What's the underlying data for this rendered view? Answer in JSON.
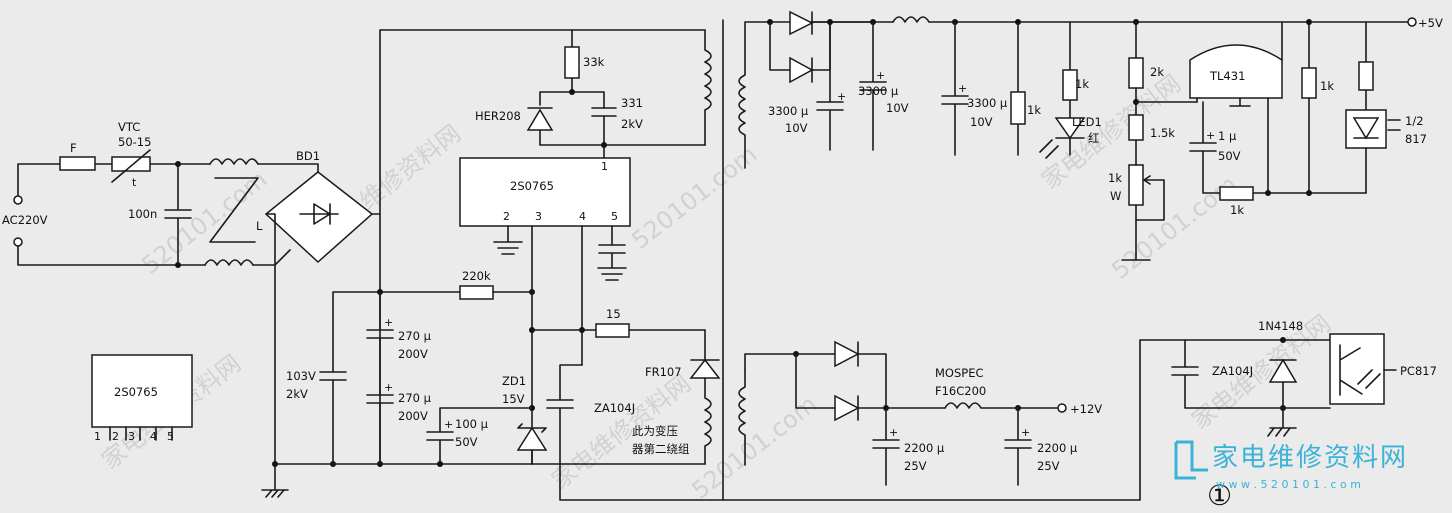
{
  "labels": {
    "fuse": "F",
    "varistor": "VTC",
    "varistor_value": "50-15",
    "varistor_t": "t",
    "ac_input": "AC220V",
    "cap_100n": "100n",
    "choke": "L",
    "bridge": "BD1",
    "ic_main": "2S0765",
    "pin1": "1",
    "pin2": "2",
    "pin3": "3",
    "pin4": "4",
    "pin5": "5",
    "r33k": "33k",
    "diode_her208": "HER208",
    "cap331": "331",
    "cap331_v": "2kV",
    "r220k": "220k",
    "r15": "15",
    "c270a": "270 μ",
    "c270a_v": "200V",
    "c270b": "270 μ",
    "c270b_v": "200V",
    "c103": "103V",
    "c103_v": "2kV",
    "zd1": "ZD1",
    "zd1_v": "15V",
    "c100u": "100 μ",
    "c100u_v": "50V",
    "fr107": "FR107",
    "za104j_a": "ZA104J",
    "aux_winding_note_1": "此为变压",
    "aux_winding_note_2": "器第二绕组",
    "pkg_name": "2S0765",
    "pkg_pins": [
      "1",
      "2",
      "3",
      "4",
      "5"
    ],
    "c3300a": "3300 μ",
    "c3300a_v": "10V",
    "c3300b": "3300 μ",
    "c3300b_v": "10V",
    "c3300c": "3300 μ",
    "c3300c_v": "10V",
    "r1k_a": "1k",
    "r1k_led": "1k",
    "led1": "LED1",
    "led1_color": "红",
    "out5v": "+5V",
    "r2k": "2k",
    "tl431": "TL431",
    "r1_5k": "1.5k",
    "c1u": "1 μ",
    "c1u_v": "50V",
    "pot1k": "1k",
    "pot_w": "W",
    "r1k_fb": "1k",
    "r1k_right": "1k",
    "opto_half": "1/2",
    "opto_817": "817",
    "mospec": "MOSPEC",
    "f16c200": "F16C200",
    "out12v": "+12V",
    "c2200a": "2200 μ",
    "c2200a_v": "25V",
    "c2200b": "2200 μ",
    "c2200b_v": "25V",
    "diode_1n4148": "1N4148",
    "za104j_b": "ZA104J",
    "pc817": "PC817",
    "figure_number": "①",
    "watermark_brand": "家电维修资料网",
    "watermark_url": "520101.com",
    "logo_text": "家电维修资料网",
    "logo_url": "w w w . 5 2 0 1 0 1 . c o m"
  }
}
